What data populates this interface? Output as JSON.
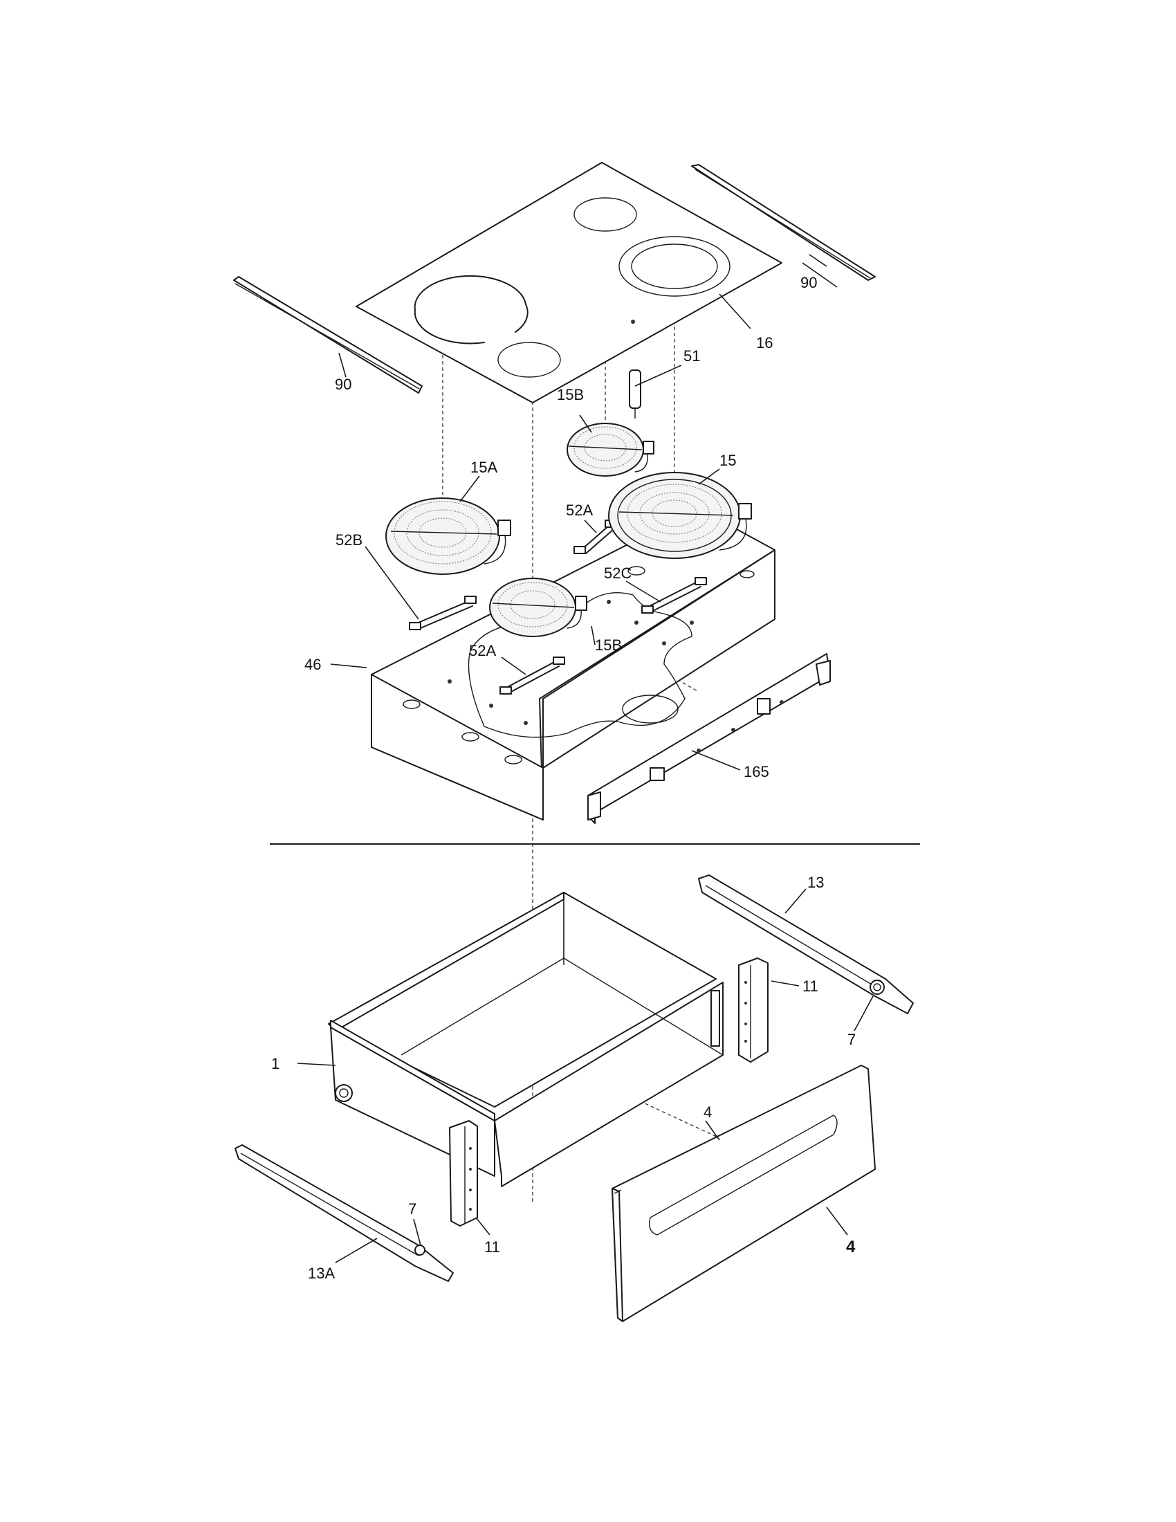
{
  "figure": {
    "labels": {
      "glass_top": "16",
      "trim_right": "90",
      "trim_left": "90",
      "limiter": "51",
      "element_small_rear": "15B",
      "element_large_left": "15A",
      "element_large_right": "15",
      "bracket_rear_right": "52A",
      "bracket_left": "52B",
      "bracket_right": "52C",
      "element_small_front": "15B",
      "bracket_front": "52A",
      "burner_box": "46",
      "front_rail": "165",
      "drawer_glide_right": "13",
      "drawer_bracket_right": "11",
      "roller_right": "7",
      "drawer_body": "1",
      "drawer_front_upper": "4",
      "drawer_front": "4",
      "drawer_bracket_left": "11",
      "roller_left": "7",
      "drawer_glide_left": "13A"
    }
  }
}
